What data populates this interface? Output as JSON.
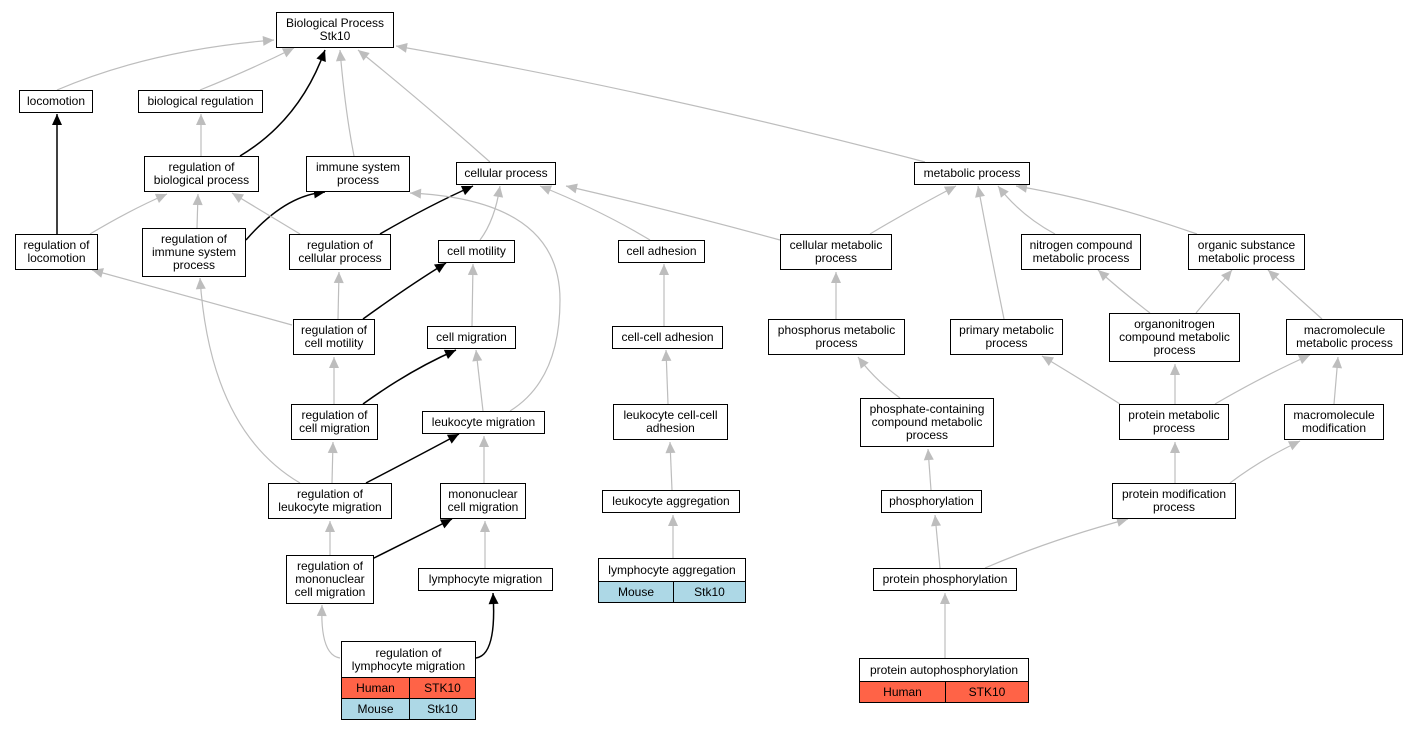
{
  "diagram": {
    "colors": {
      "human": "#ff6347",
      "mouse": "#add8e6",
      "gray_edge": "#bdbdbd",
      "black_edge": "#000000"
    },
    "nodes": {
      "bp": "Biological Process\nStk10",
      "locomotion": "locomotion",
      "biological_regulation": "biological regulation",
      "reg_biological_process": "regulation of\nbiological process",
      "immune_system_process": "immune system\nprocess",
      "cellular_process": "cellular process",
      "metabolic_process": "metabolic process",
      "reg_locomotion": "regulation of\nlocomotion",
      "reg_immune_system_process": "regulation of\nimmune system\nprocess",
      "reg_cellular_process": "regulation of\ncellular process",
      "cell_motility": "cell motility",
      "cell_adhesion": "cell adhesion",
      "cellular_metabolic_process": "cellular metabolic\nprocess",
      "nitrogen_compound_metabolic_process": "nitrogen compound\nmetabolic process",
      "organic_substance_metabolic_process": "organic substance\nmetabolic process",
      "reg_cell_motility": "regulation of\ncell motility",
      "cell_migration": "cell migration",
      "cell_cell_adhesion": "cell-cell adhesion",
      "phosphorus_metabolic_process": "phosphorus metabolic\nprocess",
      "primary_metabolic_process": "primary metabolic\nprocess",
      "organonitrogen_compound_metabolic_process": "organonitrogen\ncompound metabolic\nprocess",
      "macromolecule_metabolic_process": "macromolecule\nmetabolic process",
      "reg_cell_migration": "regulation of\ncell migration",
      "leukocyte_migration": "leukocyte migration",
      "leukocyte_cell_cell_adhesion": "leukocyte cell-cell\nadhesion",
      "phosphate_containing_compound_metabolic_process": "phosphate-containing\ncompound metabolic\nprocess",
      "protein_metabolic_process": "protein metabolic\nprocess",
      "macromolecule_modification": "macromolecule\nmodification",
      "reg_leukocyte_migration": "regulation of\nleukocyte migration",
      "mononuclear_cell_migration": "mononuclear\ncell migration",
      "leukocyte_aggregation": "leukocyte aggregation",
      "phosphorylation": "phosphorylation",
      "protein_modification_process": "protein modification\nprocess",
      "reg_mononuclear_cell_migration": "regulation of\nmononuclear\ncell migration",
      "lymphocyte_migration": "lymphocyte migration",
      "protein_phosphorylation": "protein phosphorylation"
    },
    "tables": {
      "reg_lymphocyte_migration": {
        "title": "regulation of\nlymphocyte migration",
        "rows": [
          {
            "species": "Human",
            "gene": "STK10"
          },
          {
            "species": "Mouse",
            "gene": "Stk10"
          }
        ]
      },
      "lymphocyte_aggregation": {
        "title": "lymphocyte aggregation",
        "rows": [
          {
            "species": "Mouse",
            "gene": "Stk10"
          }
        ]
      },
      "protein_autophosphorylation": {
        "title": "protein autophosphorylation",
        "rows": [
          {
            "species": "Human",
            "gene": "STK10"
          }
        ]
      }
    }
  }
}
